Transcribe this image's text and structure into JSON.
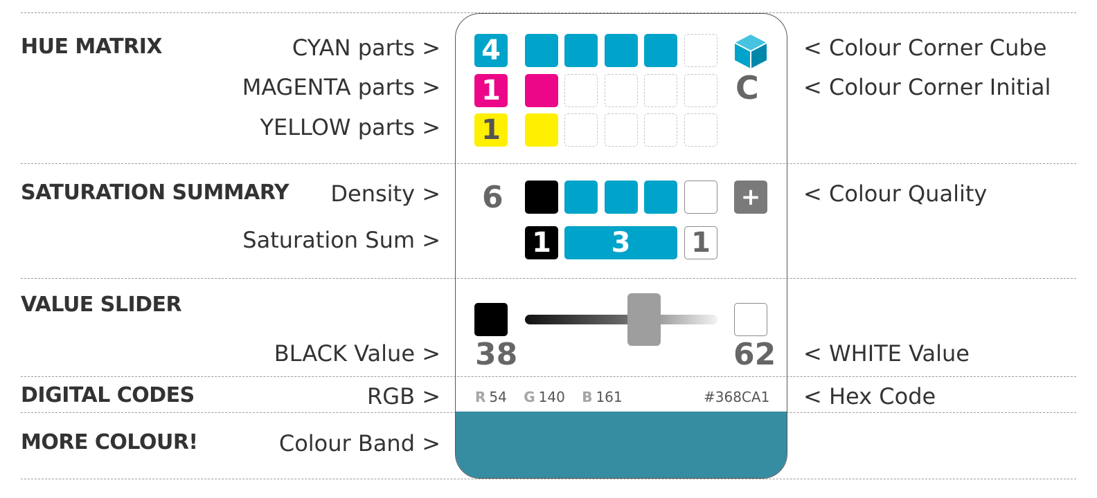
{
  "sections": {
    "hue": "HUE MATRIX",
    "saturation": "SATURATION SUMMARY",
    "value": "VALUE SLIDER",
    "digital": "DIGITAL CODES",
    "more": "MORE COLOUR!"
  },
  "left_labels": {
    "cyan": "CYAN parts >",
    "magenta": "MAGENTA parts >",
    "yellow": "YELLOW parts >",
    "density": "Density >",
    "sat_sum": "Saturation Sum >",
    "black_value": "BLACK Value >",
    "rgb": "RGB >",
    "band": "Colour Band >"
  },
  "right_labels": {
    "corner_cube": "< Colour Corner Cube",
    "corner_initial": "< Colour Corner Initial",
    "quality": "< Colour Quality",
    "white_value": "< WHITE Value",
    "hex": "< Hex Code"
  },
  "hue": {
    "cyan_parts": "4",
    "magenta_parts": "1",
    "yellow_parts": "1",
    "total_slots": 5,
    "corner_initial": "C"
  },
  "saturation": {
    "density": "6",
    "sum_black": "1",
    "sum_hue": "3",
    "sum_white": "1",
    "quality_symbol": "+"
  },
  "value": {
    "black": "38",
    "white": "62",
    "slider_fraction": 0.62
  },
  "digital": {
    "r_label": "R",
    "r": "54",
    "g_label": "G",
    "g": "140",
    "b_label": "B",
    "b": "161",
    "hex": "#368CA1"
  },
  "colors": {
    "cyan": "#00a3c9",
    "magenta": "#ec0788",
    "yellow": "#ffef00",
    "black": "#000000",
    "band": "#368ca1",
    "quality_badge": "#7a7a7a",
    "slider_thumb": "#9e9e9e"
  },
  "icons": {
    "cube": "cube-icon",
    "quality": "plus-icon"
  }
}
